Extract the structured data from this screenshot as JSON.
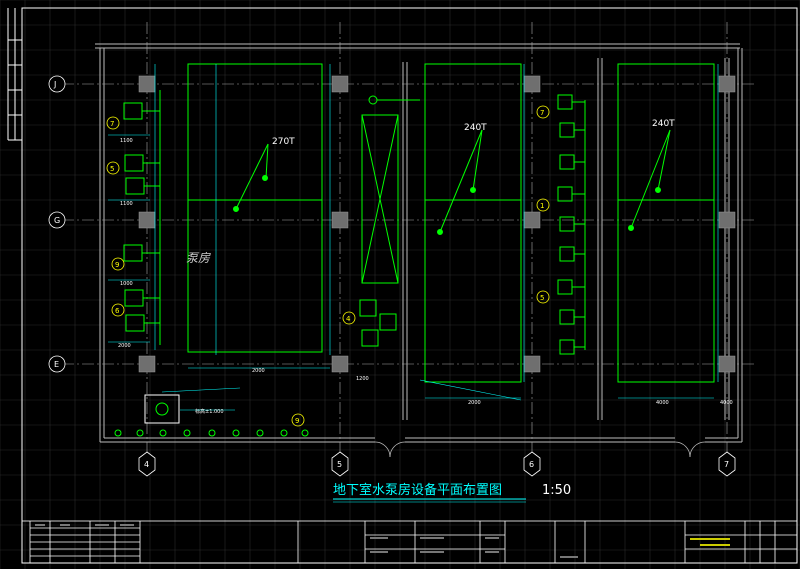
{
  "drawing": {
    "title": "地下室水泵房设备平面布置图",
    "scale": "1:50",
    "room_label": "泵房"
  },
  "axes": {
    "columns": [
      "4",
      "5",
      "6",
      "7"
    ],
    "rows": [
      "J",
      "G",
      "E"
    ]
  },
  "tanks": [
    {
      "label": "270T"
    },
    {
      "label": "240T"
    },
    {
      "label": "240T"
    }
  ],
  "callouts": [
    "7",
    "5",
    "9",
    "6",
    "7",
    "1",
    "5",
    "9",
    "4"
  ],
  "dimensions": [
    "1100",
    "1100",
    "1000",
    "2000",
    "2000",
    "1200",
    "2000",
    "4000",
    "4000"
  ],
  "notes": {
    "elevation": "标高±1.000"
  },
  "colors": {
    "background": "#000000",
    "grid": "#3a3a3a",
    "equipment": "#00ff00",
    "dimension": "#00ffff",
    "column": "#7f7f7f",
    "border": "#ffffff",
    "axis_line": "#cccccc",
    "callout": "#ffff00"
  }
}
